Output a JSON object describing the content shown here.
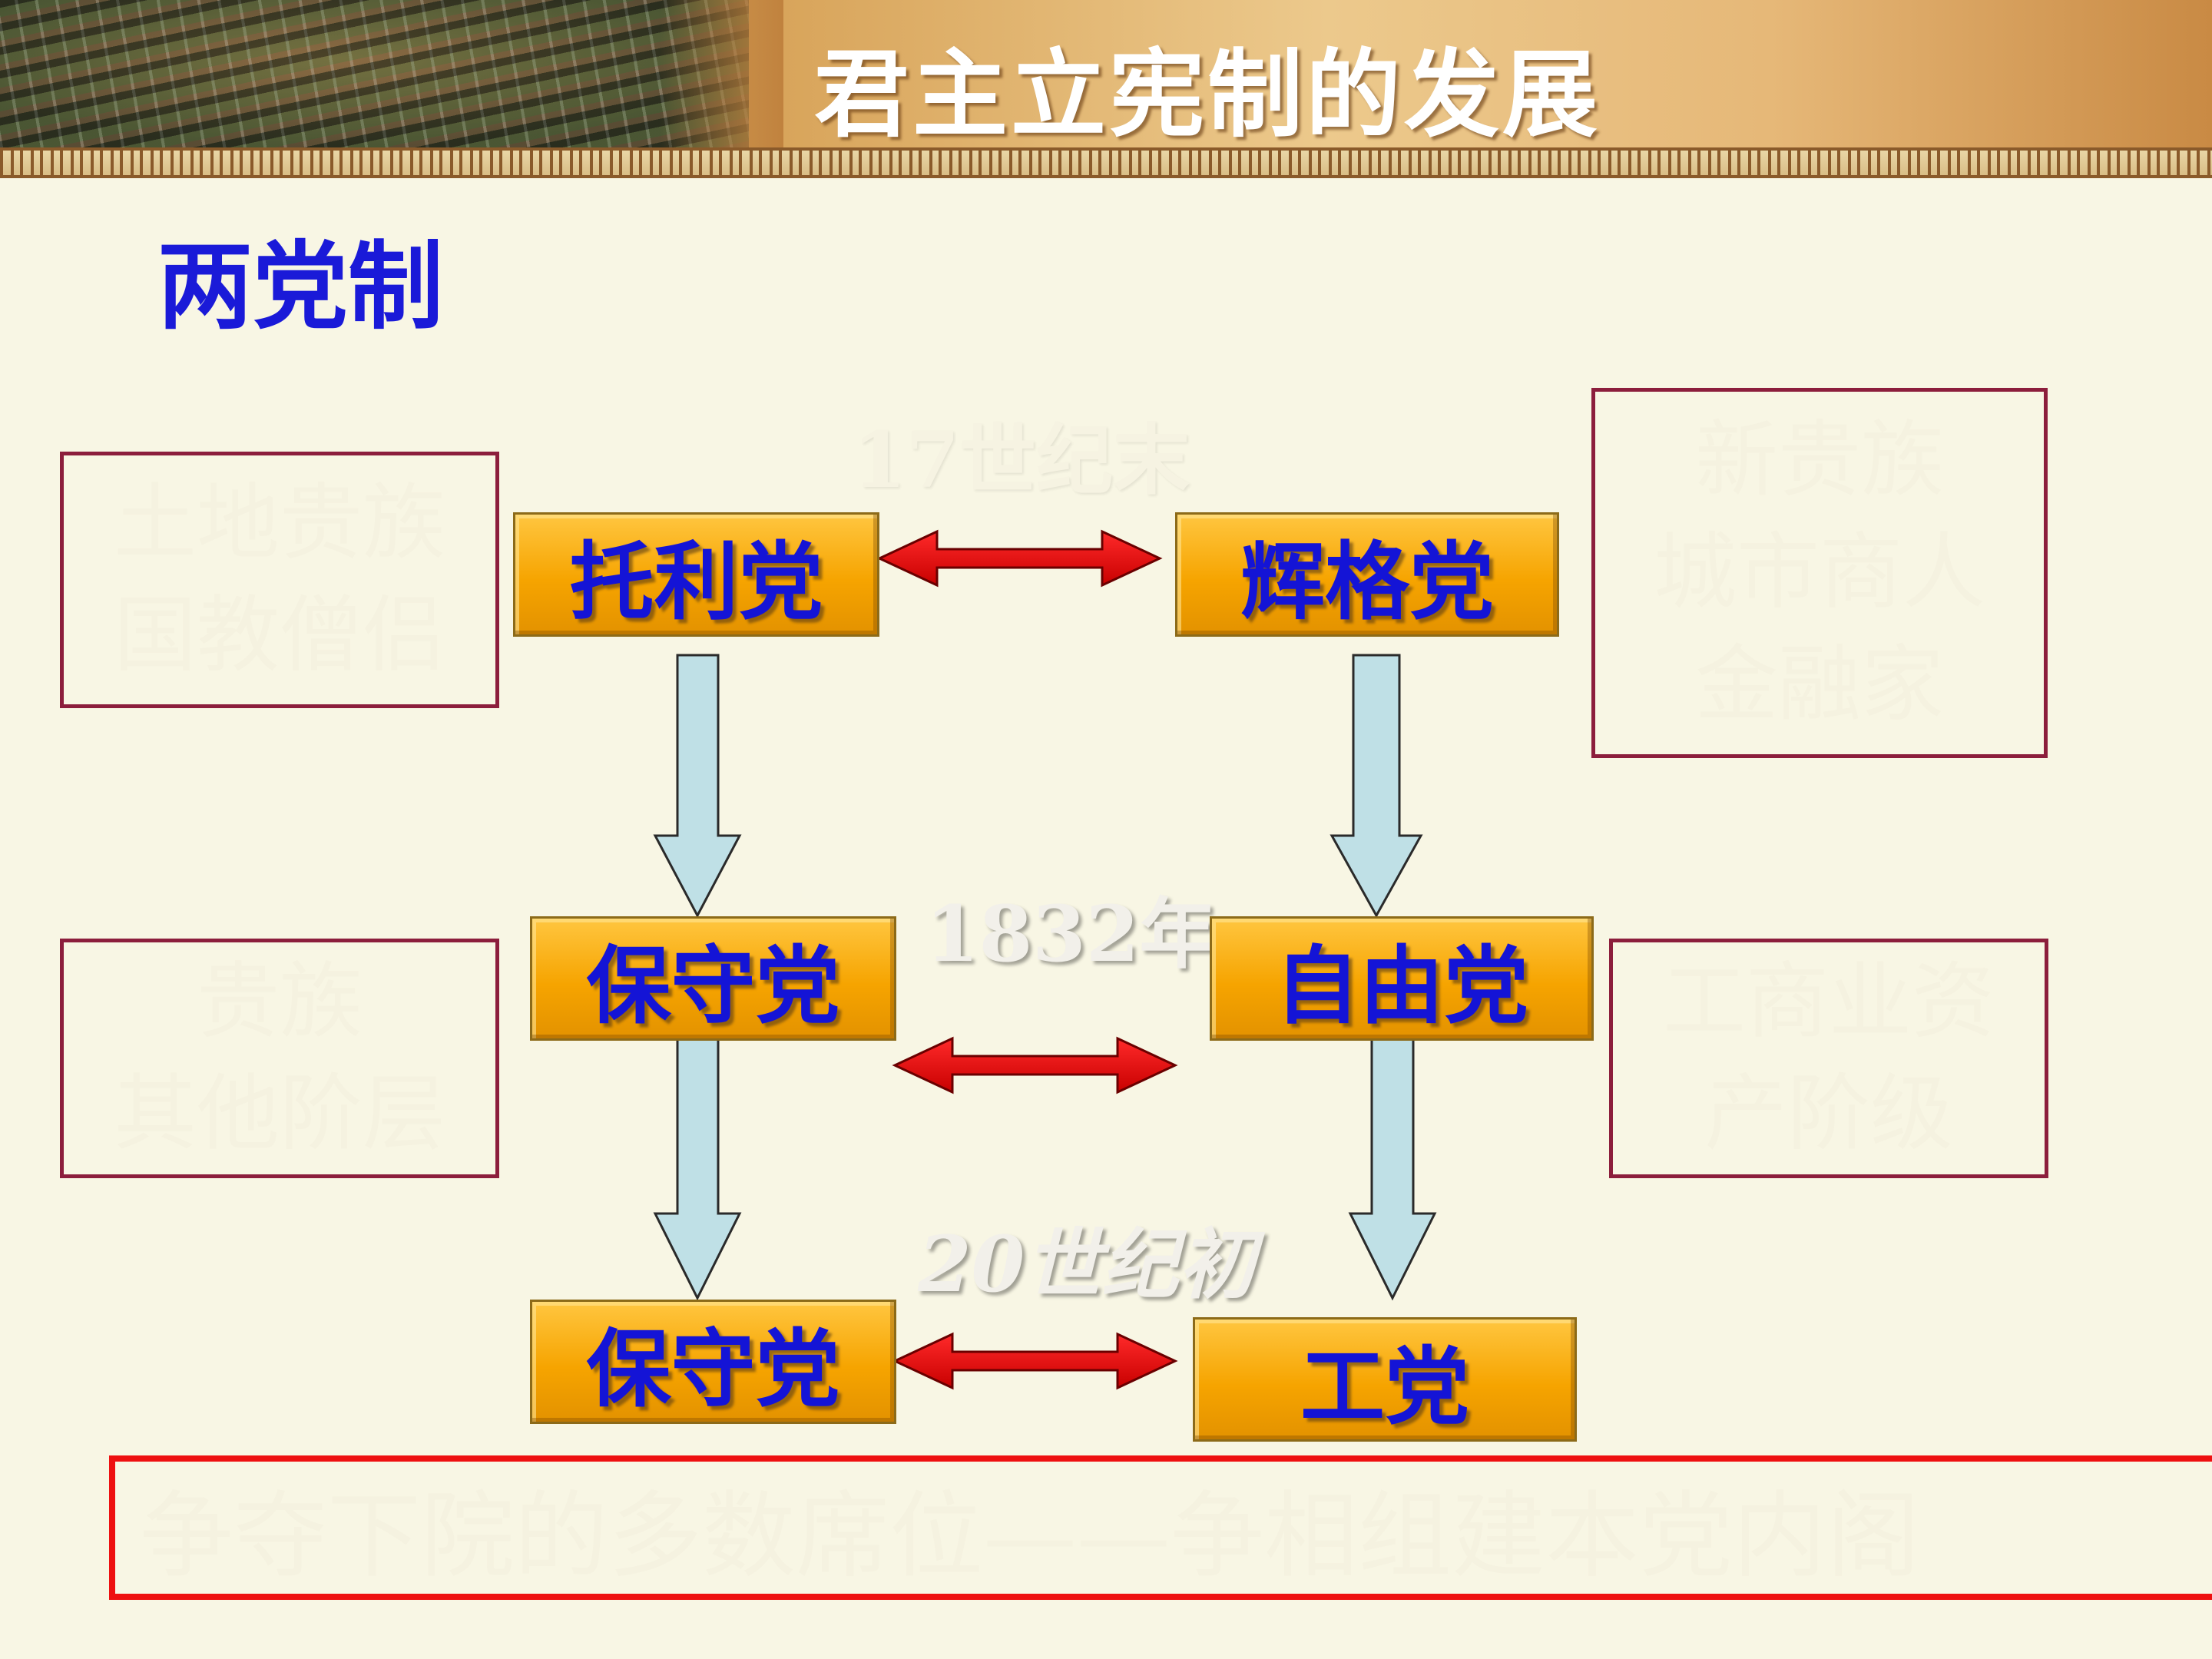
{
  "header": {
    "title": "君主立宪制的发展"
  },
  "subtitle": "两党制",
  "eras": {
    "e1": "17世纪末",
    "e2": "1832年",
    "e3": "20世纪初"
  },
  "parties": {
    "tory": "托利党",
    "whig": "辉格党",
    "conservative_1": "保守党",
    "liberal": "自由党",
    "conservative_2": "保守党",
    "labour": "工党"
  },
  "bases": {
    "tory_base": [
      "土地贵族",
      "国教僧侣"
    ],
    "whig_base": [
      "新贵族",
      "城市商人",
      "金融家"
    ],
    "conservative_base": [
      "贵族",
      "其他阶层"
    ],
    "liberal_base": [
      "工商业资",
      "产阶级"
    ]
  },
  "note": "争夺下院的多数席位——争相组建本党内阁",
  "colors": {
    "title_blue": "#1a1ad8",
    "party_fill": "#f6a400",
    "class_border": "#8c1e3c",
    "competition_arrow": "#e00c0c",
    "succession_arrow": "#bfe0e6",
    "note_border": "#ee1010"
  }
}
